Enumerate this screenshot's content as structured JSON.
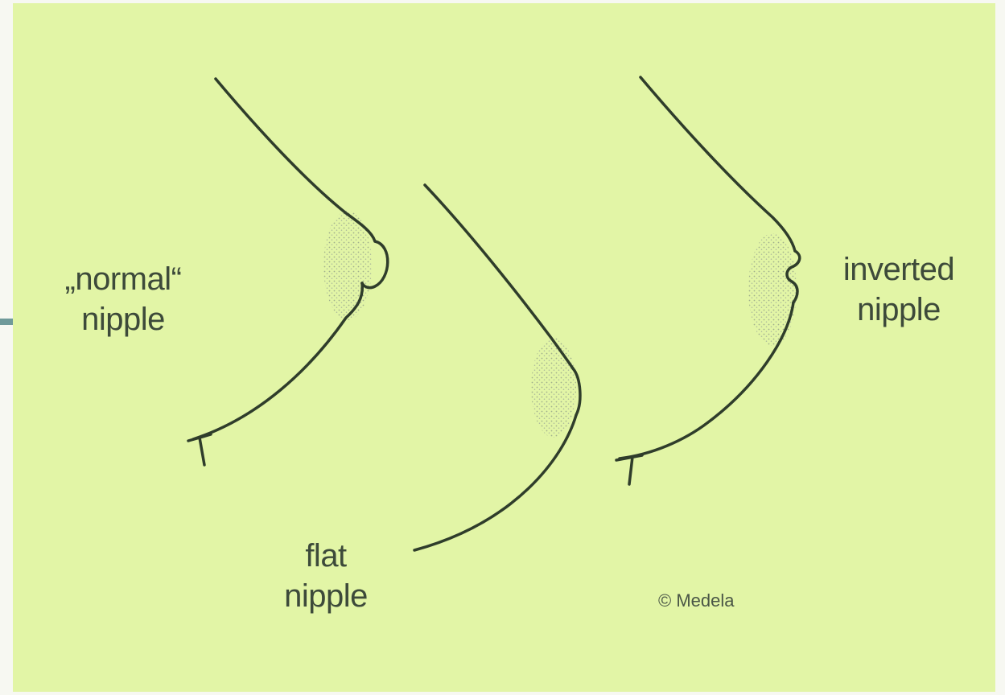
{
  "labels": {
    "normal": {
      "line1": "„normal“",
      "line2": "nipple"
    },
    "flat": {
      "line1": "flat",
      "line2": "nipple"
    },
    "inverted": {
      "line1": "inverted",
      "line2": "nipple"
    }
  },
  "credit": "© Medela",
  "colors": {
    "background": "#e2f5a6",
    "line": "#2f3d2b",
    "stipple": "#9aa98a",
    "accent": "#6f9a9a"
  }
}
